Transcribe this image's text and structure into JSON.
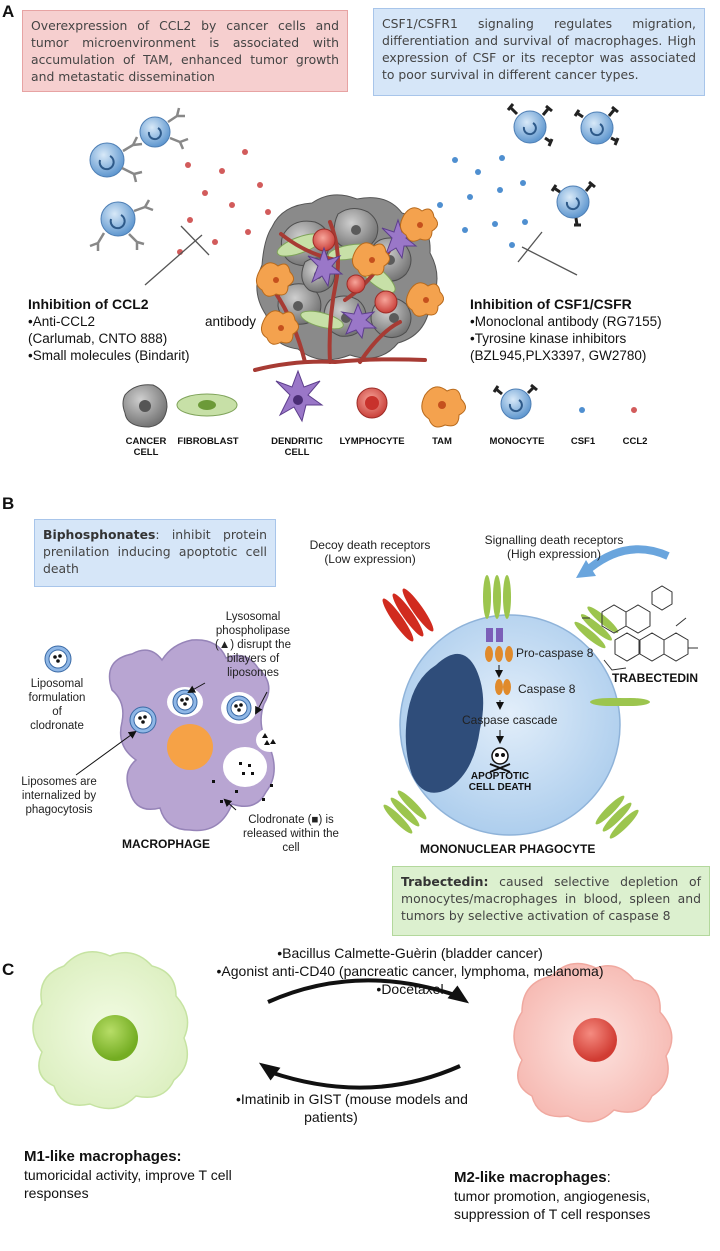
{
  "panel_a": {
    "letter": "A",
    "ccl2_box": "Overexpression of CCL2 by cancer cells and tumor microenvironment is associated with accumulation of TAM, enhanced tumor growth and metastatic dissemination",
    "csf_box": "CSF1/CSFR1 signaling regulates migration, differentiation and survival of macrophages. High expression of CSF or its receptor was associated to poor survival in different cancer types.",
    "inhibition_ccl2": {
      "heading": "Inhibition of CCL2",
      "line1a": "•Anti-CCL2",
      "line1b": "antibody",
      "line2": "(Carlumab, CNTO 888)",
      "line3": "•Small molecules (Bindarit)"
    },
    "inhibition_csf": {
      "heading": "Inhibition of CSF1/CSFR",
      "line1": "•Monoclonal antibody (RG7155)",
      "line2": "•Tyrosine kinase inhibitors",
      "line3": "(BZL945,PLX3397, GW2780)"
    },
    "legend": [
      "CANCER CELL",
      "FIBROBLAST",
      "DENDRITIC CELL",
      "LYMPHOCYTE",
      "TAM",
      "MONOCYTE",
      "CSF1",
      "CCL2"
    ],
    "legend_lines": [
      [
        "CANCER",
        "CELL"
      ],
      [
        "FIBROBLAST"
      ],
      [
        "DENDRITIC",
        "CELL"
      ],
      [
        "LYMPHOCYTE"
      ],
      [
        "TAM"
      ],
      [
        "MONOCYTE"
      ],
      [
        "CSF1"
      ],
      [
        "CCL2"
      ]
    ]
  },
  "panel_b": {
    "letter": "B",
    "bisphos_bold": "Biphosphonates",
    "bisphos_rest": ": inhibit protein prenilation inducing apoptotic cell death",
    "decoy": [
      "Decoy death receptors",
      "(Low expression)"
    ],
    "signalling": [
      "Signalling death receptors",
      "(High expression)"
    ],
    "lysosomal": [
      "Lysosomal",
      "phospholipase",
      "(▲) disrupt  the",
      "bilayers of",
      "liposomes"
    ],
    "liposomal": [
      "Liposomal",
      "formulation",
      "of",
      "clodronate"
    ],
    "internalized": [
      "Liposomes are",
      "internalized by",
      "phagocytosis"
    ],
    "clodronate": [
      "Clodronate (■) is",
      "released within the",
      "cell"
    ],
    "macrophage": "MACROPHAGE",
    "pro_caspase": "Pro-caspase 8",
    "caspase8": "Caspase 8",
    "cascade": "Caspase cascade",
    "apoptotic": [
      "APOPTOTIC",
      "CELL DEATH"
    ],
    "trabectedin_label": "TRABECTEDIN",
    "mononuclear": "MONONUCLEAR PHAGOCYTE",
    "trab_bold": "Trabectedin:",
    "trab_rest": " caused selective depletion of monocytes/macrophages in blood, spleen and tumors by selective activation of caspase 8"
  },
  "panel_c": {
    "letter": "C",
    "top_lines": [
      "•Bacillus Calmette-Guèrin (bladder cancer)",
      "•Agonist anti-CD40 (pancreatic cancer, lymphoma, melanoma)",
      "•Docetaxel"
    ],
    "bottom_lines": [
      "•Imatinib in GIST (mouse models and",
      "patients)"
    ],
    "m1_head": "M1-like macrophages:",
    "m1_desc": [
      "tumoricidal activity, improve T cell",
      "responses"
    ],
    "m2_head": "M2-like macrophages",
    "m2_colon": ":",
    "m2_desc": [
      "tumor promotion, angiogenesis,",
      "suppression of T cell responses"
    ]
  },
  "colors": {
    "red_box": "#f6cfcf",
    "blue_box": "#d6e6f8",
    "green_box": "#dcf0cf",
    "monocyte": "#7fb0de",
    "macrophage_purple": "#b6a3cf",
    "phagocyte_blue": "#bdd7ef",
    "nucleus_dark": "#2f4d7a",
    "m1_green": "#e5f5cd",
    "m2_pink": "#f9c9c4"
  }
}
